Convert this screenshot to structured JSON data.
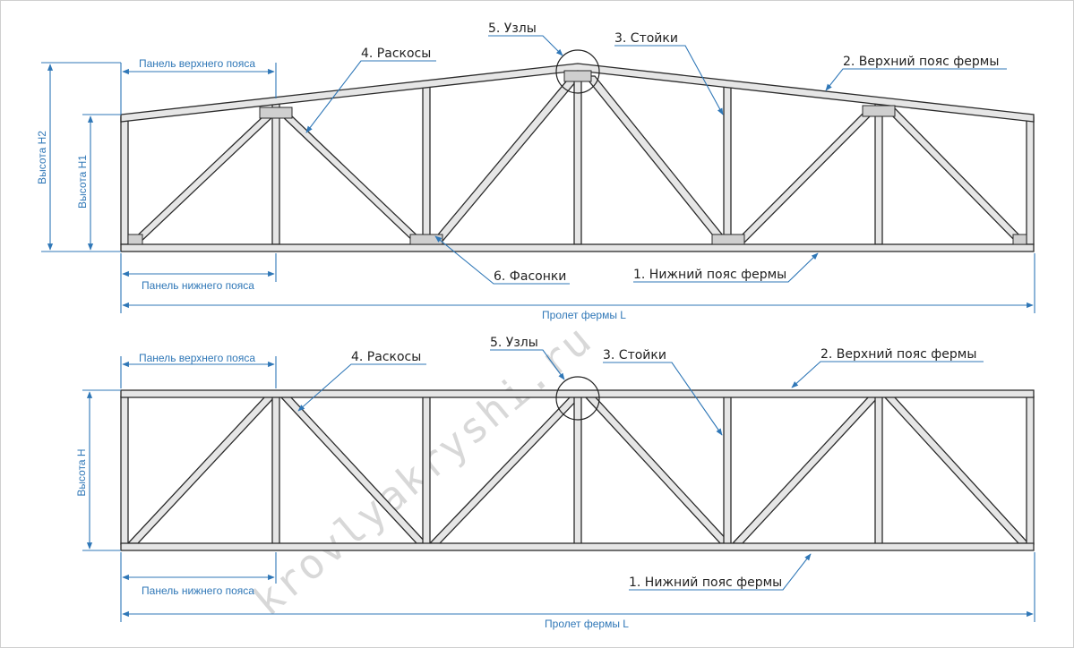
{
  "watermark": "krovlyakryshi.ru",
  "colors": {
    "dimension": "#2f77b7",
    "member_fill": "#e6e6e6",
    "outline": "#2b2b2b"
  },
  "truss_gable": {
    "labels": {
      "nodes": "5. Узлы",
      "verticals": "3. Стойки",
      "top_chord": "2. Верхний пояс фермы",
      "diagonals": "4. Раскосы",
      "gussets": "6. Фасонки",
      "bottom_chord": "1. Нижний пояс фермы"
    },
    "dimensions": {
      "top_panel": "Панель верхнего пояса",
      "bottom_panel": "Панель нижнего пояса",
      "span": "Пролет фермы L",
      "height_h1": "Высота Н1",
      "height_h2": "Высота Н2"
    }
  },
  "truss_parallel": {
    "labels": {
      "nodes": "5. Узлы",
      "verticals": "3. Стойки",
      "top_chord": "2. Верхний пояс фермы",
      "diagonals": "4. Раскосы",
      "bottom_chord": "1. Нижний пояс фермы"
    },
    "dimensions": {
      "top_panel": "Панель верхнего пояса",
      "bottom_panel": "Панель нижнего пояса",
      "span": "Пролет фермы L",
      "height_h": "Высота Н"
    }
  }
}
